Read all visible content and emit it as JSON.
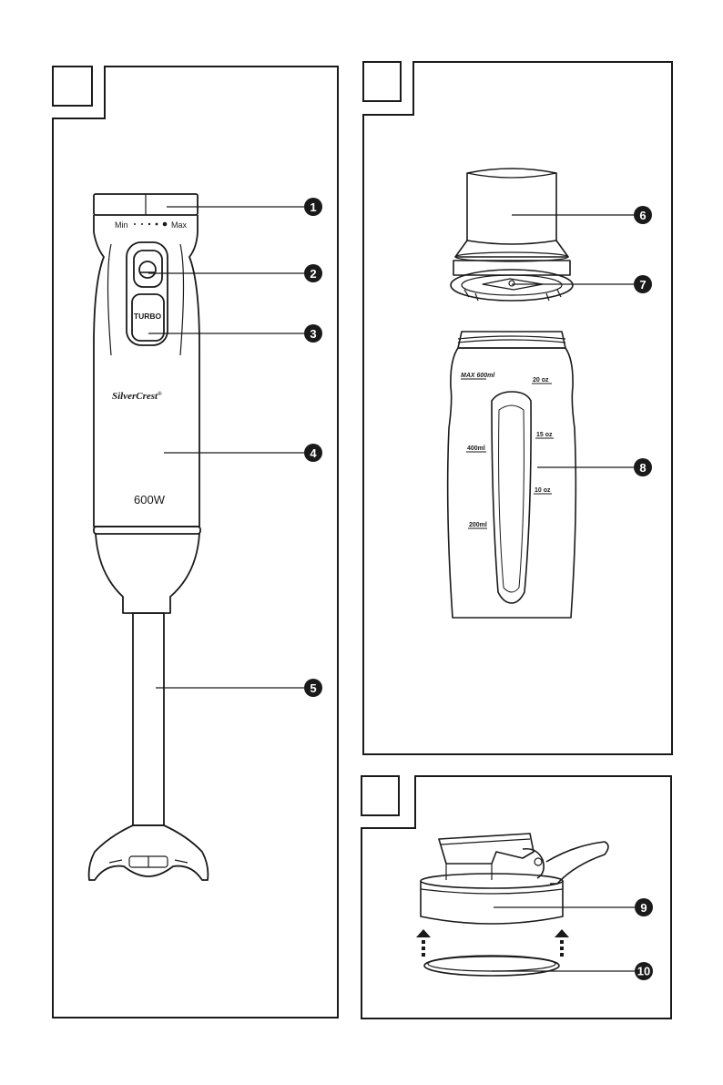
{
  "blender": {
    "speed_min": "Min",
    "speed_max": "Max",
    "turbo_label": "TURBO",
    "brand": "SilverCrest",
    "trademark": "®",
    "wattage": "600W"
  },
  "beaker": {
    "max_mark": "MAX 600ml",
    "oz20": "20 oz",
    "oz15": "15 oz",
    "oz10": "10 oz",
    "ml400": "400ml",
    "ml200": "200ml"
  },
  "callouts": {
    "c1": "1",
    "c2": "2",
    "c3": "3",
    "c4": "4",
    "c5": "5",
    "c6": "6",
    "c7": "7",
    "c8": "8",
    "c9": "9",
    "c10": "10"
  },
  "colors": {
    "line": "#1a1a1a",
    "badge_fill": "#1a1a1a",
    "badge_text": "#ffffff",
    "background": "#ffffff"
  }
}
